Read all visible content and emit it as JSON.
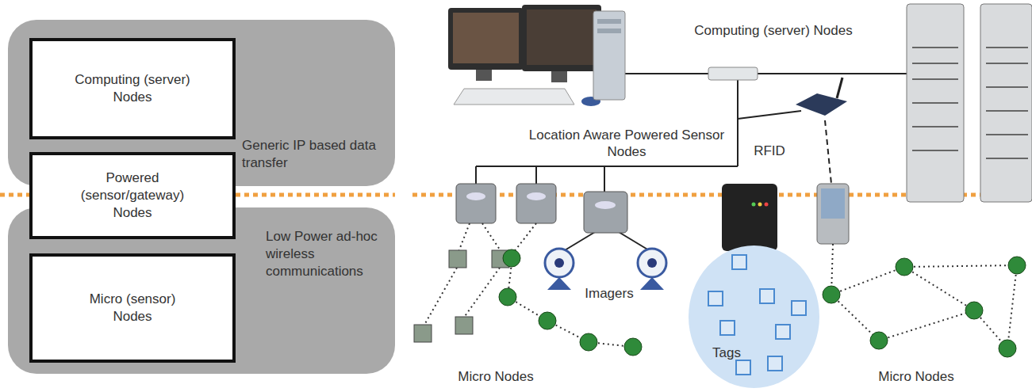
{
  "diagram": {
    "nodes": [
      {
        "text": [
          "Generic IP based data transfer"
        ]
      },
      {
        "text": [
          "Computing (server) Nodes"
        ],
        "in": 0
      },
      {
        "text": [
          "Powered (sensor/gateway) Nodes"
        ]
      },
      {
        "text": [
          "Low Power ad-hoc wireless communications"
        ]
      },
      {
        "text": [
          "Micro (sensor) Nodes"
        ],
        "in": 3
      },
      {
        "text": [
          "Tags"
        ]
      }
    ],
    "labels": [
      "Computing (server) Nodes",
      "Location Aware Powered Sensor Nodes",
      "RFID",
      "Imagers",
      "Micro Nodes",
      "Micro Nodes"
    ]
  }
}
